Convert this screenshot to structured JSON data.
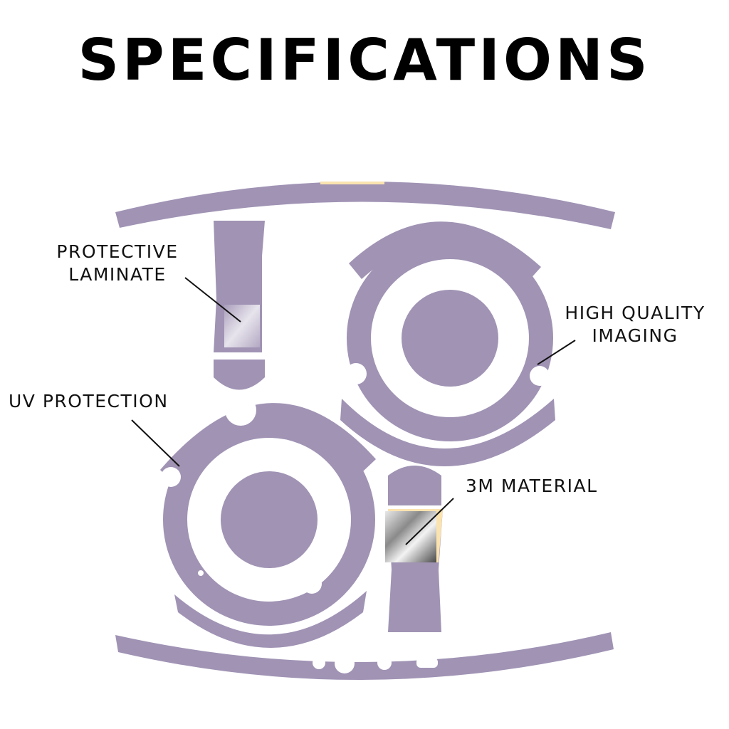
{
  "title": "SPECIFICATIONS",
  "colors": {
    "skin": "#a093b4",
    "accent": "#fbe3b0",
    "leader": "#111111",
    "metal_dark": "#555555",
    "metal_light": "#e9e9e9"
  },
  "callouts": {
    "protective_laminate": {
      "line1": "PROTECTIVE",
      "line2": "LAMINATE"
    },
    "high_quality_imaging": {
      "line1": "HIGH QUALITY",
      "line2": "IMAGING"
    },
    "uv_protection": {
      "text": "UV PROTECTION"
    },
    "material_3m": {
      "text": "3M MATERIAL"
    }
  }
}
